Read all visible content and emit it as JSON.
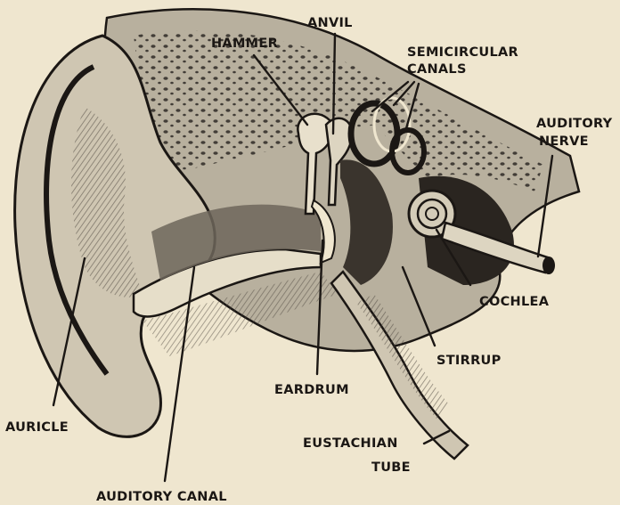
{
  "labels": {
    "hammer": "HAMMER",
    "anvil": "ANVIL",
    "semicircular_1": "SEMICIRCULAR",
    "semicircular_2": "CANALS",
    "nerve_1": "AUDITORY",
    "nerve_2": "NERVE",
    "cochlea": "COCHLEA",
    "stirrup": "STIRRUP",
    "eardrum": "EARDRUM",
    "eustachian_1": "EUSTACHIAN",
    "eustachian_2": "TUBE",
    "auricle": "AURICLE",
    "auditory_canal": "AUDITORY CANAL"
  },
  "colors": {
    "paper": "#efe6cf",
    "ink": "#1b1714",
    "shade": "#8a8276",
    "light": "#d9d1bd"
  }
}
